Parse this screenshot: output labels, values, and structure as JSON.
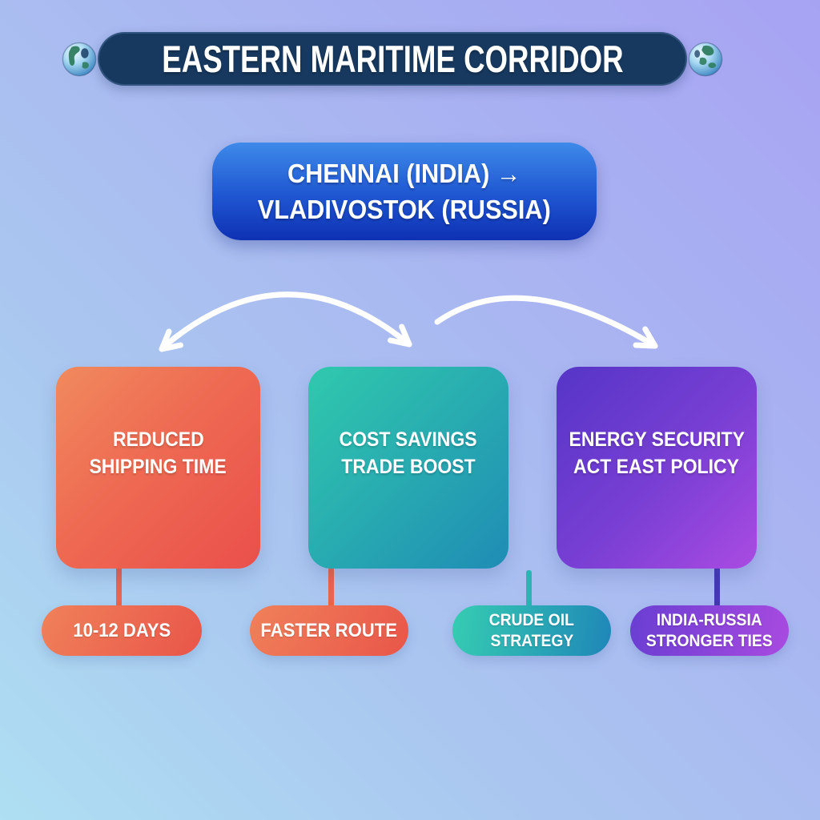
{
  "header": {
    "title": "EASTERN MARITIME CORRIDOR",
    "left_icon": "globe-americas-icon",
    "right_icon": "globe-asia-icon"
  },
  "route": {
    "line1": "CHENNAI (INDIA) →",
    "line2": "VLADIVOSTOK (RUSSIA)"
  },
  "cards": [
    {
      "line1": "REDUCED",
      "line2": "SHIPPING TIME",
      "theme": "orange"
    },
    {
      "line1": "COST SAVINGS",
      "line2": "TRADE BOOST",
      "theme": "teal"
    },
    {
      "line1": "ENERGY SECURITY",
      "line2": "ACT EAST POLICY",
      "theme": "purple"
    }
  ],
  "tags": [
    {
      "line1": "10-12 DAYS",
      "theme": "orange"
    },
    {
      "line1": "FASTER ROUTE",
      "theme": "orange"
    },
    {
      "line1": "CRUDE OIL",
      "line2": "STRATEGY",
      "theme": "teal"
    },
    {
      "line1": "INDIA-RUSSIA",
      "line2": "STRONGER TIES",
      "theme": "purple"
    }
  ],
  "colors": {
    "background_lavender": "#a7a3f3",
    "background_cyan": "#aedff2",
    "header_navy": "#17395f",
    "route_blue_top": "#3e8ae9",
    "route_blue_bottom": "#0e31b4",
    "orange_start": "#f18a5e",
    "orange_end": "#ea4f4b",
    "teal_start": "#30c9ad",
    "teal_end": "#1f8cb5",
    "purple_start": "#5535c7",
    "purple_end": "#aa4be2",
    "connector_orange": "#e9654d",
    "connector_teal": "#2ab4b4",
    "connector_indigo": "#4538b4",
    "arrow_white": "#ffffff"
  }
}
